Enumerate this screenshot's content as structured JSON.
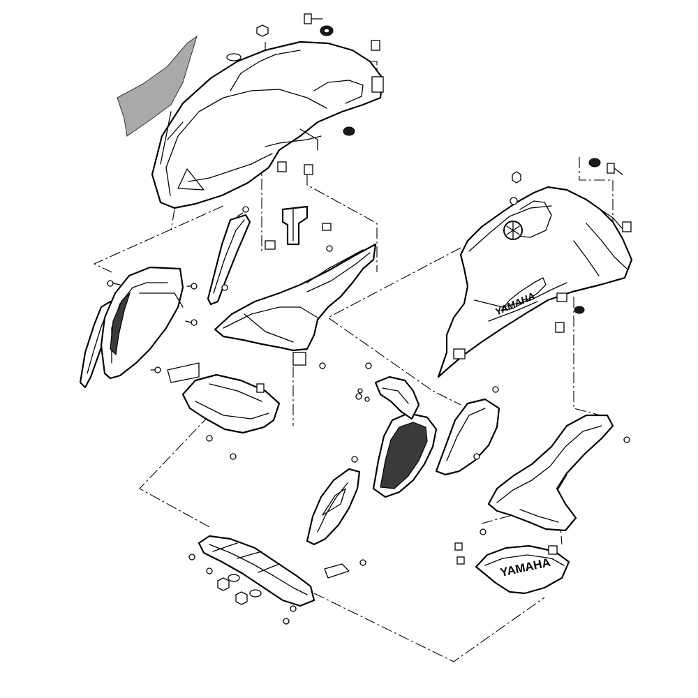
{
  "diagram": {
    "side_panel_logo": "YAMAHA",
    "belly_pan_logo": "YAMAHA",
    "colors": {
      "line": "#000000",
      "background": "#ffffff",
      "windscreen_shade": "#a9a9a9",
      "grille_fill": "#3a3a3a"
    },
    "parts": [
      "windscreen",
      "front-cowling",
      "cowling-stay-bracket",
      "left-inner-panel",
      "left-air-duct-cover",
      "left-side-cover",
      "left-under-panel",
      "center-fuel-tank-cover",
      "right-side-panel",
      "right-inner-panel",
      "right-duct-grille",
      "right-lower-cowling",
      "lower-bracket-assembly",
      "belly-pan"
    ],
    "icons": [
      "bolt-icon",
      "nut-icon",
      "grommet-icon",
      "clip-icon",
      "emblem-icon"
    ]
  }
}
